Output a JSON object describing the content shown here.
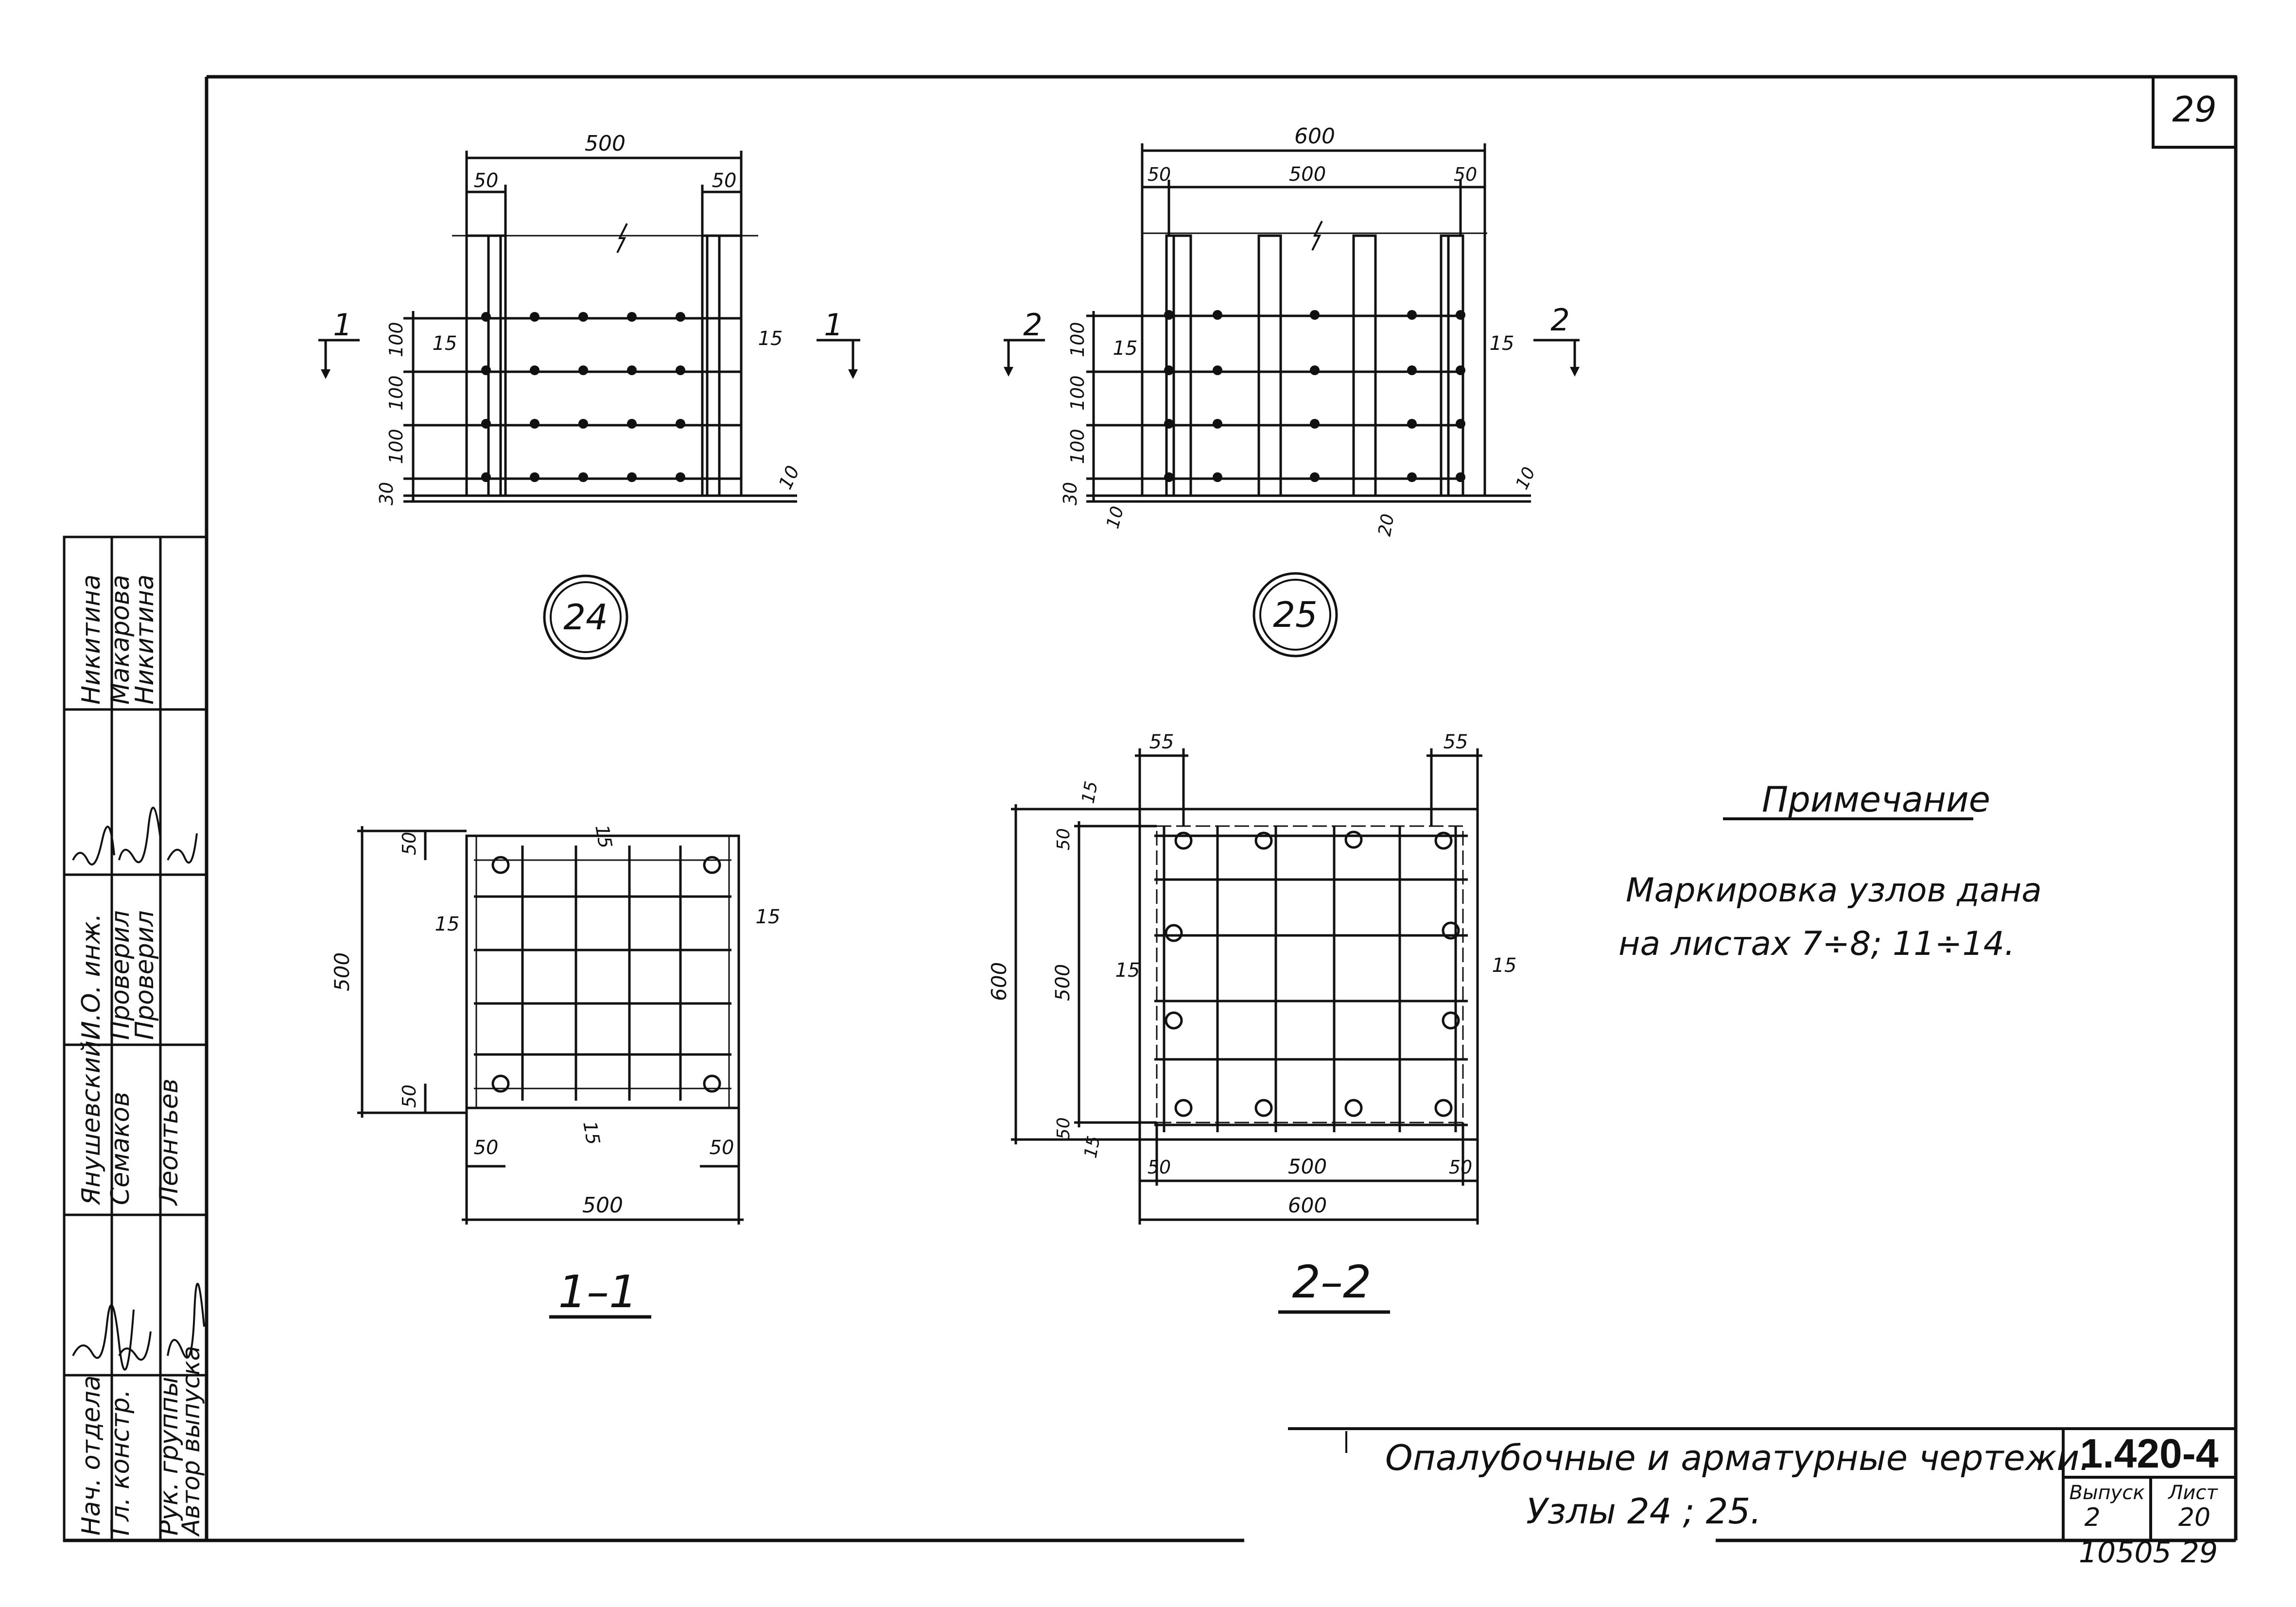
{
  "sheet_corner_number": "29",
  "node24": {
    "dims": {
      "overall": "500",
      "left_edge": "50",
      "right_edge": "50",
      "spacing_1": "100",
      "spacing_2": "100",
      "spacing_3": "100",
      "bottom": "30",
      "offset_left": "15",
      "offset_right": "15",
      "bottom_right": "10"
    },
    "section_mark": "1",
    "node_label": "24"
  },
  "node25": {
    "dims": {
      "overall": "600",
      "inner": "500",
      "left_edge": "50",
      "right_edge": "50",
      "spacing_1": "100",
      "spacing_2": "100",
      "spacing_3": "100",
      "bottom": "30",
      "offset_left": "15",
      "offset_right": "15",
      "bottom_left": "10",
      "bottom_mid": "20",
      "bottom_right": "10"
    },
    "section_mark": "2",
    "node_label": "25"
  },
  "section11": {
    "dims": {
      "height": "500",
      "top_edge": "50",
      "bottom_edge": "50",
      "left_edge": "50",
      "right_edge": "50",
      "width": "500",
      "offset_top": "15",
      "offset_bottom": "15",
      "offset_left": "15",
      "offset_right": "15"
    },
    "title": "1–1"
  },
  "section22": {
    "dims": {
      "outer_height": "600",
      "inner_height": "500",
      "top_edge": "50",
      "bottom_edge": "50",
      "top_left": "55",
      "top_right": "55",
      "left_edge": "50",
      "right_edge": "50",
      "width_inner": "500",
      "width_outer": "600",
      "offset_top": "15",
      "offset_bottom": "15",
      "offset_left": "15",
      "offset_right": "15"
    },
    "title": "2–2"
  },
  "note": {
    "heading": "Примечание",
    "line1": "Маркировка  узлов  дана",
    "line2": "на  листах  7÷8;  11÷14."
  },
  "title_block": {
    "title_line1": "Опалубочные и арматурные чертежи.",
    "title_line2": "Узлы 24 ; 25.",
    "doc_code": "1.420-4",
    "issue_label": "Выпуск",
    "issue_value": "2",
    "sheet_label": "Лист",
    "sheet_value": "20",
    "bottom_code": "10505  29"
  },
  "signature_block": {
    "roles": [
      "Нач. отдела",
      "Гл. констр.",
      "Рук. группы",
      "Автор выпуска",
      "И.О. инж.",
      "Проверил",
      "Проверил"
    ],
    "names": [
      "Янушевский",
      "Семаков",
      "Леонтьев",
      "Никитина",
      "Макарова",
      "Никитина"
    ]
  }
}
